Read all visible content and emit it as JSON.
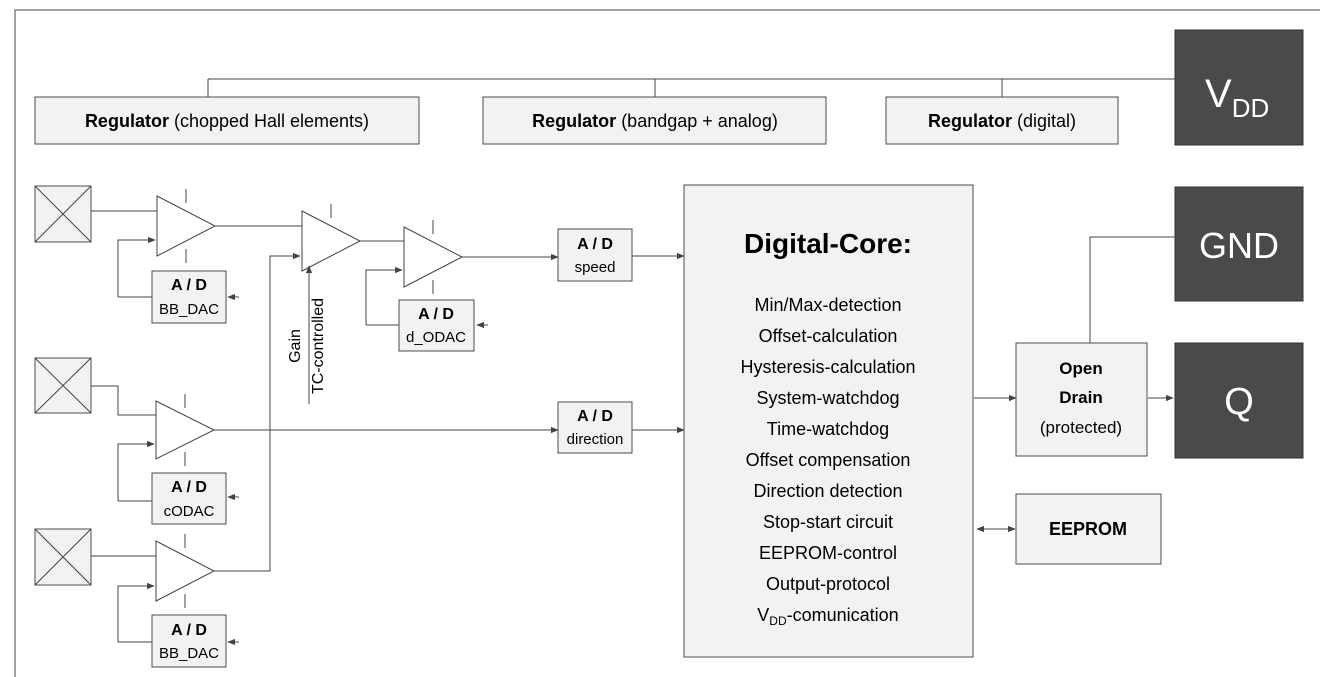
{
  "regulators": [
    {
      "bold": "Regulator",
      "rest": " (chopped Hall elements)"
    },
    {
      "bold": "Regulator",
      "rest": " (bandgap + analog)"
    },
    {
      "bold": "Regulator",
      "rest": " (digital)"
    }
  ],
  "pins": {
    "vdd_main": "V",
    "vdd_sub": "DD",
    "gnd": "GND",
    "q": "Q"
  },
  "ad": {
    "label": "A / D",
    "bb_dac_1": "BB_DAC",
    "d_odac": "d_ODAC",
    "speed": "speed",
    "direction": "direction",
    "codac": "cODAC",
    "bb_dac_2": "BB_DAC"
  },
  "gain": {
    "line1": "Gain",
    "line2": "TC-controlled"
  },
  "core": {
    "title": "Digital-Core:",
    "items": [
      "Min/Max-detection",
      "Offset-calculation",
      "Hysteresis-calculation",
      "System-watchdog",
      "Time-watchdog",
      "Offset compensation",
      "Direction detection",
      "Stop-start circuit",
      "EEPROM-control",
      "Output-protocol"
    ],
    "last_item_main": "V",
    "last_item_sub": "DD",
    "last_item_rest": "-comunication"
  },
  "open_drain": {
    "line1": "Open",
    "line2": "Drain",
    "line3": "(protected)"
  },
  "eeprom": "EEPROM"
}
